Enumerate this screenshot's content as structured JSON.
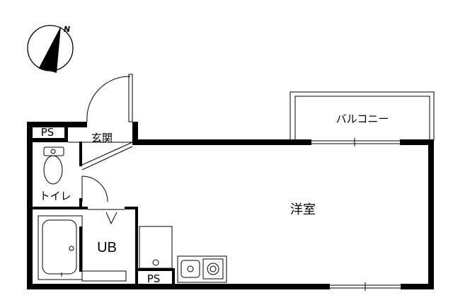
{
  "compass": {
    "north_label": "N",
    "icon": "north-arrow-icon"
  },
  "rooms": {
    "western_room": "洋室",
    "balcony": "バルコニー",
    "entrance": "玄関",
    "toilet": "トイレ",
    "unit_bath": "UB",
    "pipe_space_top": "PS",
    "pipe_space_bottom": "PS"
  },
  "colors": {
    "wall": "#000000",
    "background": "#ffffff",
    "fixture": "#555555"
  }
}
